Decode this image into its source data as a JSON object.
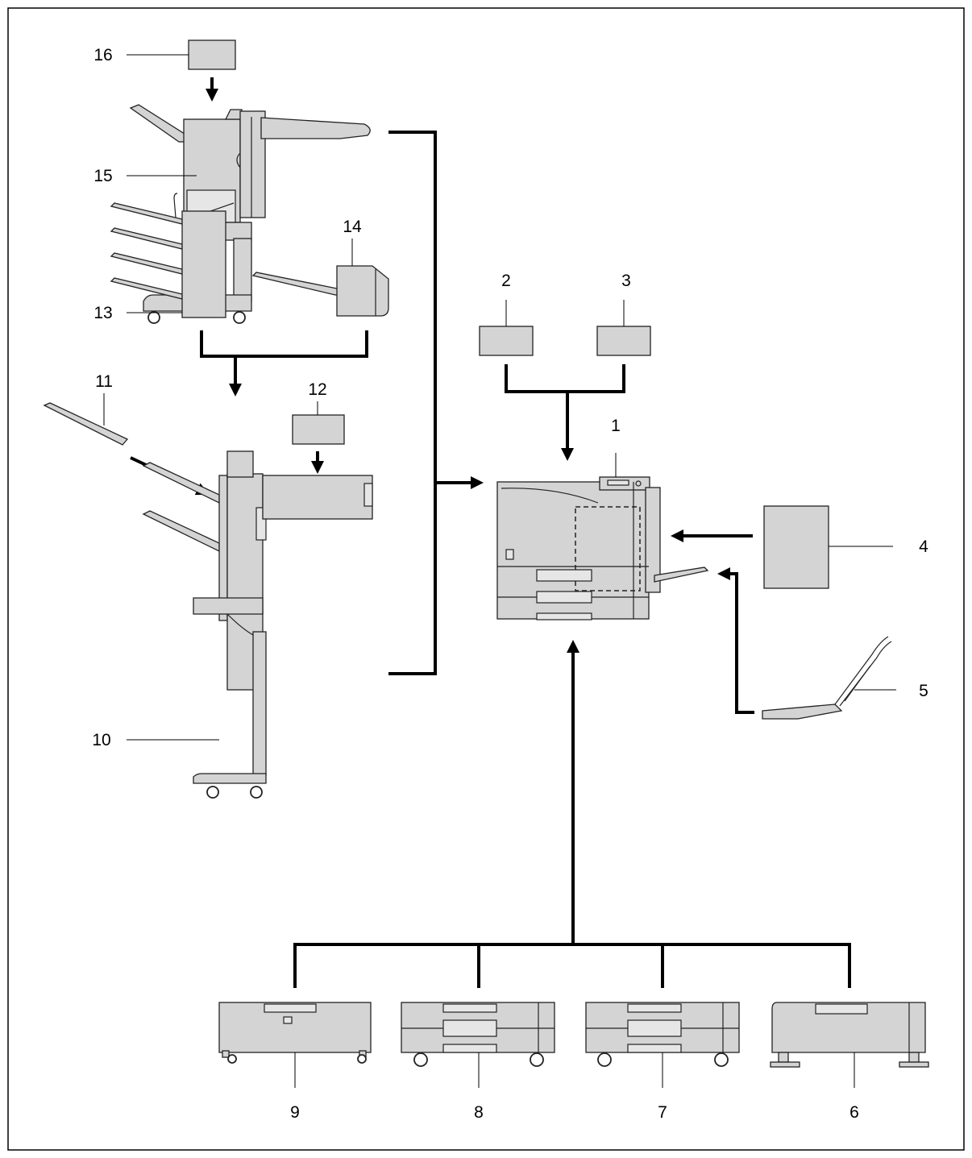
{
  "labels": {
    "n1": "1",
    "n2": "2",
    "n3": "3",
    "n4": "4",
    "n5": "5",
    "n6": "6",
    "n7": "7",
    "n8": "8",
    "n9": "9",
    "n10": "10",
    "n11": "11",
    "n12": "12",
    "n13": "13",
    "n14": "14",
    "n15": "15",
    "n16": "16"
  },
  "colors": {
    "unit_fill": "#d4d4d4",
    "line": "#000000",
    "background": "#ffffff"
  }
}
